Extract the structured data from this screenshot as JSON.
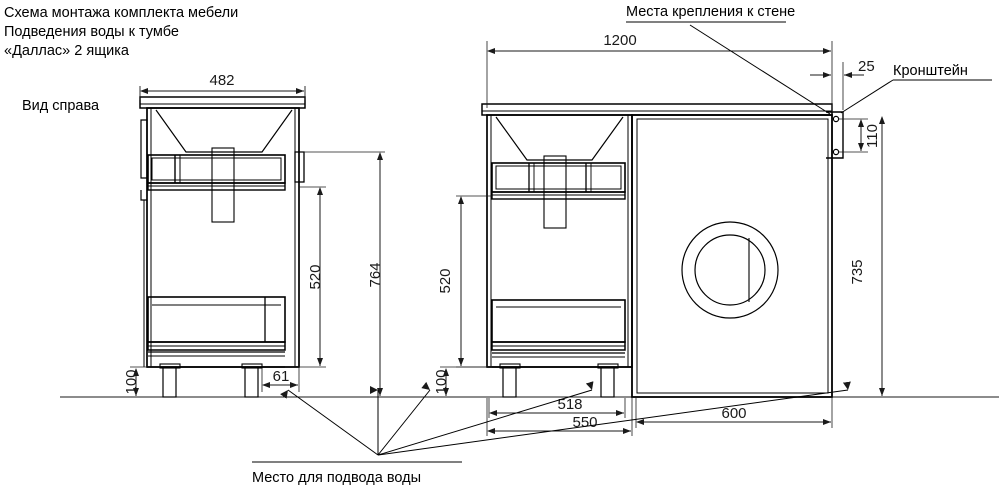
{
  "drawing": {
    "title_lines": "Схема монтажа комплекта мебели\nПодведения воды к тумбе\n«Даллас» 2 ящика",
    "view_label": "Вид справа",
    "labels": {
      "wall_mount": "Места крепления к стене",
      "bracket": "Кронштейн",
      "water_supply": "Место для подвода воды"
    },
    "line_color": "#000000",
    "dim_color": "#1a1a1a",
    "bg_color": "#ffffff"
  },
  "dimensions": {
    "side_view_width": "482",
    "side_view_total_height": "764",
    "side_view_drawer_height": "520",
    "side_view_leg_height": "100",
    "side_view_offset": "61",
    "front_total_width": "1200",
    "front_bracket_offset": "25",
    "front_bracket_holes": "110",
    "front_panel_height": "735",
    "front_cabinet_drawer_height": "520",
    "front_leg_height": "100",
    "front_legs_span": "518",
    "front_cabinet_width": "550",
    "front_machine_width": "600"
  },
  "units": "mm"
}
